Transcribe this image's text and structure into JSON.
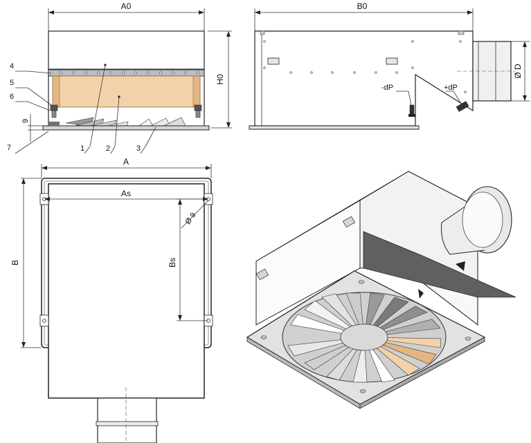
{
  "dimensions": {
    "a0": "A0",
    "b0": "B0",
    "h0": "H0",
    "d": "Ø D",
    "a": "A",
    "as": "As",
    "b": "B",
    "bs": "Bs",
    "nine_side": "9",
    "nine_hole": "Ø 9"
  },
  "pressure": {
    "minus": "-dP",
    "plus": "+dP"
  },
  "callouts": [
    "1",
    "2",
    "3",
    "4",
    "5",
    "6",
    "7"
  ],
  "colors": {
    "filter": "#f3d2ab",
    "sheet_metal": "#f0f0f0",
    "shadow": "#c8c8c8",
    "line": "#222222"
  }
}
